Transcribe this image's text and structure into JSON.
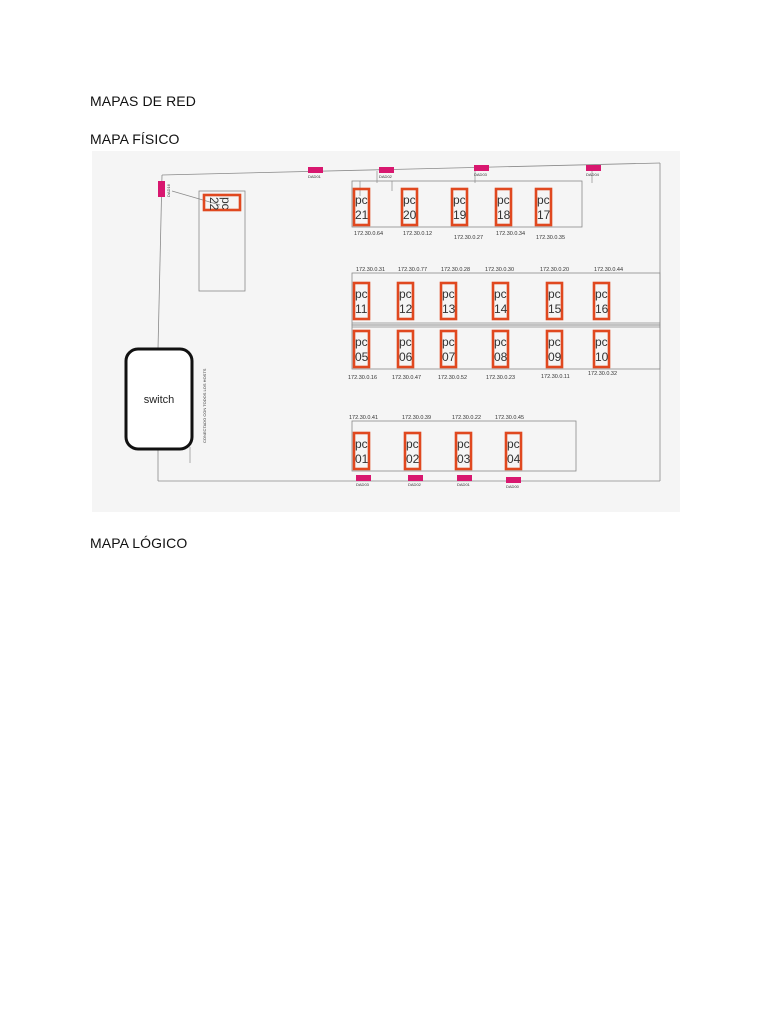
{
  "document": {
    "heading_1": "MAPAS DE RED",
    "heading_2": "MAPA FÍSICO",
    "heading_3": "MAPA LÓGICO"
  },
  "map": {
    "switch_label": "switch",
    "connection_note": "CONECTADO CON TODOS LOS HOSTS",
    "colors": {
      "pc_border": "#e0481f",
      "data_jack": "#d8176f",
      "line": "#8a8a8a",
      "background": "#f5f5f5"
    },
    "pcs": [
      {
        "id": "pc21",
        "line1": "pc",
        "line2": "21",
        "ip": "172.30.0.64"
      },
      {
        "id": "pc20",
        "line1": "pc",
        "line2": "20",
        "ip": "172.30.0.12"
      },
      {
        "id": "pc19",
        "line1": "pc",
        "line2": "19",
        "ip": "172.30.0.27"
      },
      {
        "id": "pc18",
        "line1": "pc",
        "line2": "18",
        "ip": "172.30.0.34"
      },
      {
        "id": "pc17",
        "line1": "pc",
        "line2": "17",
        "ip": "172.30.0.35"
      },
      {
        "id": "pc22",
        "line1": "pc",
        "line2": "22",
        "ip": ""
      },
      {
        "id": "pc11",
        "line1": "pc",
        "line2": "11",
        "ip": "172.30.0.31"
      },
      {
        "id": "pc12",
        "line1": "pc",
        "line2": "12",
        "ip": "172.30.0.77"
      },
      {
        "id": "pc13",
        "line1": "pc",
        "line2": "13",
        "ip": "172.30.0.28"
      },
      {
        "id": "pc14",
        "line1": "pc",
        "line2": "14",
        "ip": "172.30.0.30"
      },
      {
        "id": "pc15",
        "line1": "pc",
        "line2": "15",
        "ip": "172.30.0.20"
      },
      {
        "id": "pc16",
        "line1": "pc",
        "line2": "16",
        "ip": "172.30.0.44"
      },
      {
        "id": "pc05",
        "line1": "pc",
        "line2": "05",
        "ip": "172.30.0.16"
      },
      {
        "id": "pc06",
        "line1": "pc",
        "line2": "06",
        "ip": "172.30.0.47"
      },
      {
        "id": "pc07",
        "line1": "pc",
        "line2": "07",
        "ip": "172.30.0.52"
      },
      {
        "id": "pc08",
        "line1": "pc",
        "line2": "08",
        "ip": "172.30.0.23"
      },
      {
        "id": "pc09",
        "line1": "pc",
        "line2": "09",
        "ip": "172.30.0.11"
      },
      {
        "id": "pc10",
        "line1": "pc",
        "line2": "10",
        "ip": "172.30.0.32"
      },
      {
        "id": "pc01",
        "line1": "pc",
        "line2": "01",
        "ip": "172.30.0.41"
      },
      {
        "id": "pc02",
        "line1": "pc",
        "line2": "02",
        "ip": "172.30.0.39"
      },
      {
        "id": "pc03",
        "line1": "pc",
        "line2": "03",
        "ip": "172.30.0.22"
      },
      {
        "id": "pc04",
        "line1": "pc",
        "line2": "04",
        "ip": "172.30.0.45"
      }
    ],
    "jacks": [
      {
        "id": "jack-left",
        "label": "DAD16"
      },
      {
        "id": "jack-top-1",
        "label": "DAD01"
      },
      {
        "id": "jack-top-2",
        "label": "DAD02"
      },
      {
        "id": "jack-top-3",
        "label": "DAD03"
      },
      {
        "id": "jack-top-4",
        "label": "DAD04"
      },
      {
        "id": "jack-bottom-1",
        "label": "DAD03"
      },
      {
        "id": "jack-bottom-2",
        "label": "DAD02"
      },
      {
        "id": "jack-bottom-3",
        "label": "DAD01"
      },
      {
        "id": "jack-bottom-4",
        "label": "DAD00"
      }
    ]
  }
}
